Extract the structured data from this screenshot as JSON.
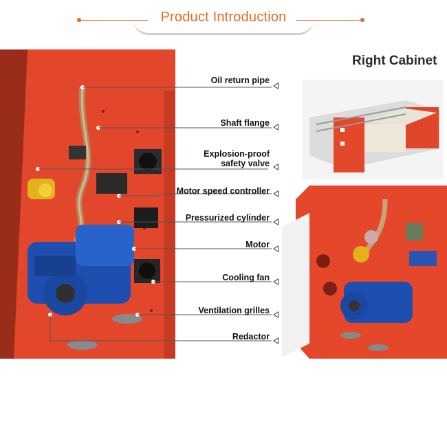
{
  "header": {
    "title": "Product Introduction"
  },
  "right_title": "Right Cabinet",
  "labels": [
    {
      "text": "Oil return pipe"
    },
    {
      "text": "Shaft flange"
    },
    {
      "text": "Explosion-proof"
    },
    {
      "text": "safety valve"
    },
    {
      "text": "Motor speed controller"
    },
    {
      "text": "Pressurized cylinder"
    },
    {
      "text": "Motor"
    },
    {
      "text": "Cooling fan"
    },
    {
      "text": "Ventilation grilles"
    },
    {
      "text": "Redactor"
    }
  ],
  "colors": {
    "accent": "#e8691f",
    "cabinet_red": "#e4482b",
    "motor_blue": "#1e4fb0"
  }
}
